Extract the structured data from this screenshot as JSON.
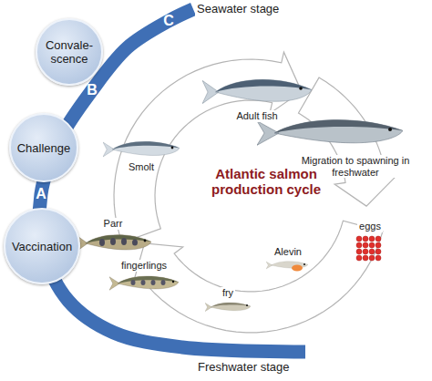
{
  "diagram": {
    "nodes": [
      {
        "text": [
          "Convale- scence"
        ]
      },
      {
        "text": [
          "Challenge"
        ]
      },
      {
        "text": [
          "Vaccination"
        ]
      }
    ],
    "labels": [
      "C",
      "B",
      "A",
      "Seawater stage",
      "Adult fish",
      "Smolt",
      "Migration to spawning in freshwater",
      "Atlantic salmon production cycle",
      "eggs",
      "Parr",
      "fingerlings",
      "Alevin",
      "fry",
      "Freshwater stage"
    ]
  }
}
